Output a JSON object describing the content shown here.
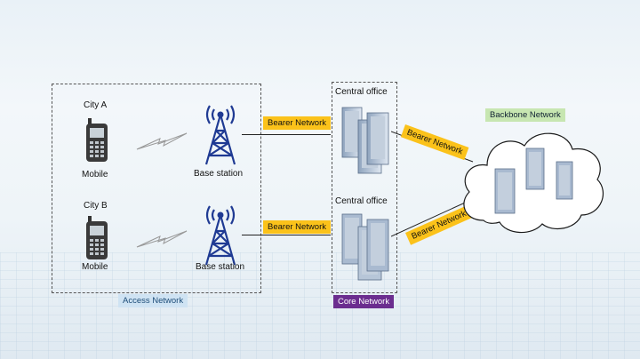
{
  "access": {
    "city_a": "City A",
    "city_b": "City B",
    "mobile_a": "Mobile",
    "mobile_b": "Mobile",
    "base_a": "Base station",
    "base_b": "Base station",
    "label": "Access Network"
  },
  "core": {
    "office_1": "Central office",
    "office_2": "Central office",
    "label": "Core Network"
  },
  "bearer": {
    "top_left": "Bearer Network",
    "bottom_left": "Bearer Network",
    "top_right": "Bearer Network",
    "bottom_right": "Bearer Network"
  },
  "backbone": {
    "label": "Backbone Network"
  },
  "colors": {
    "bearer_tag": "#fbc21a",
    "core_tag": "#6b2d8f",
    "access_tag": "#cfe3f3",
    "backbone_tag": "#c7e6b1",
    "tower": "#1f3a93"
  }
}
